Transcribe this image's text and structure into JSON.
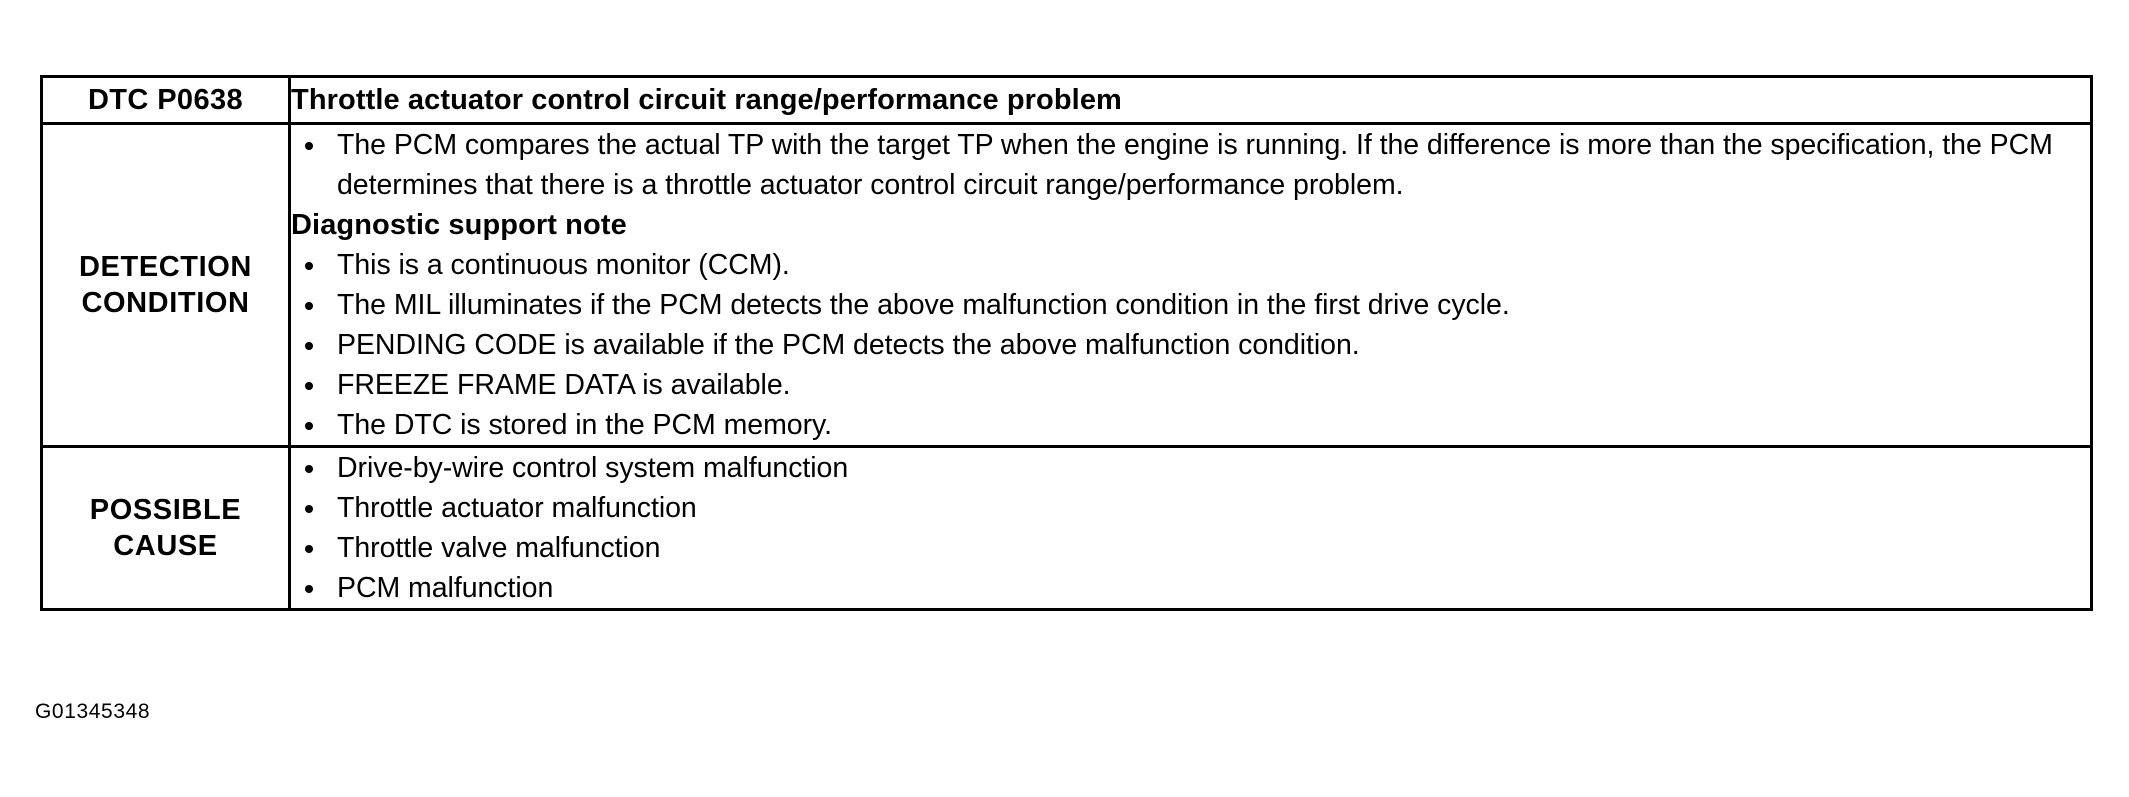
{
  "document": {
    "figure_id": "G01345348"
  },
  "table": {
    "header": {
      "code_label": "DTC P0638",
      "description": "Throttle actuator control circuit range/performance problem"
    },
    "rows": [
      {
        "label": "DETECTION\nCONDITION",
        "blocks": [
          {
            "type": "bullet",
            "text": "The PCM compares the actual TP with the target TP when the engine is running. If the difference is more than the specification, the PCM determines that there is a throttle actuator control circuit range/performance problem."
          },
          {
            "type": "heading",
            "text": "Diagnostic support note"
          },
          {
            "type": "bullet",
            "text": "This is a continuous monitor (CCM)."
          },
          {
            "type": "bullet",
            "text": "The MIL illuminates if the PCM detects the above malfunction condition in the first drive cycle."
          },
          {
            "type": "bullet",
            "text": "PENDING CODE is available if the PCM detects the above malfunction condition."
          },
          {
            "type": "bullet",
            "text": "FREEZE FRAME DATA is available."
          },
          {
            "type": "bullet",
            "text": "The DTC is stored in the PCM memory."
          }
        ]
      },
      {
        "label": "POSSIBLE\nCAUSE",
        "blocks": [
          {
            "type": "bullet",
            "text": "Drive-by-wire control system malfunction"
          },
          {
            "type": "bullet",
            "text": "Throttle actuator malfunction"
          },
          {
            "type": "bullet",
            "text": "Throttle valve malfunction"
          },
          {
            "type": "bullet",
            "text": "PCM malfunction"
          }
        ]
      }
    ]
  }
}
